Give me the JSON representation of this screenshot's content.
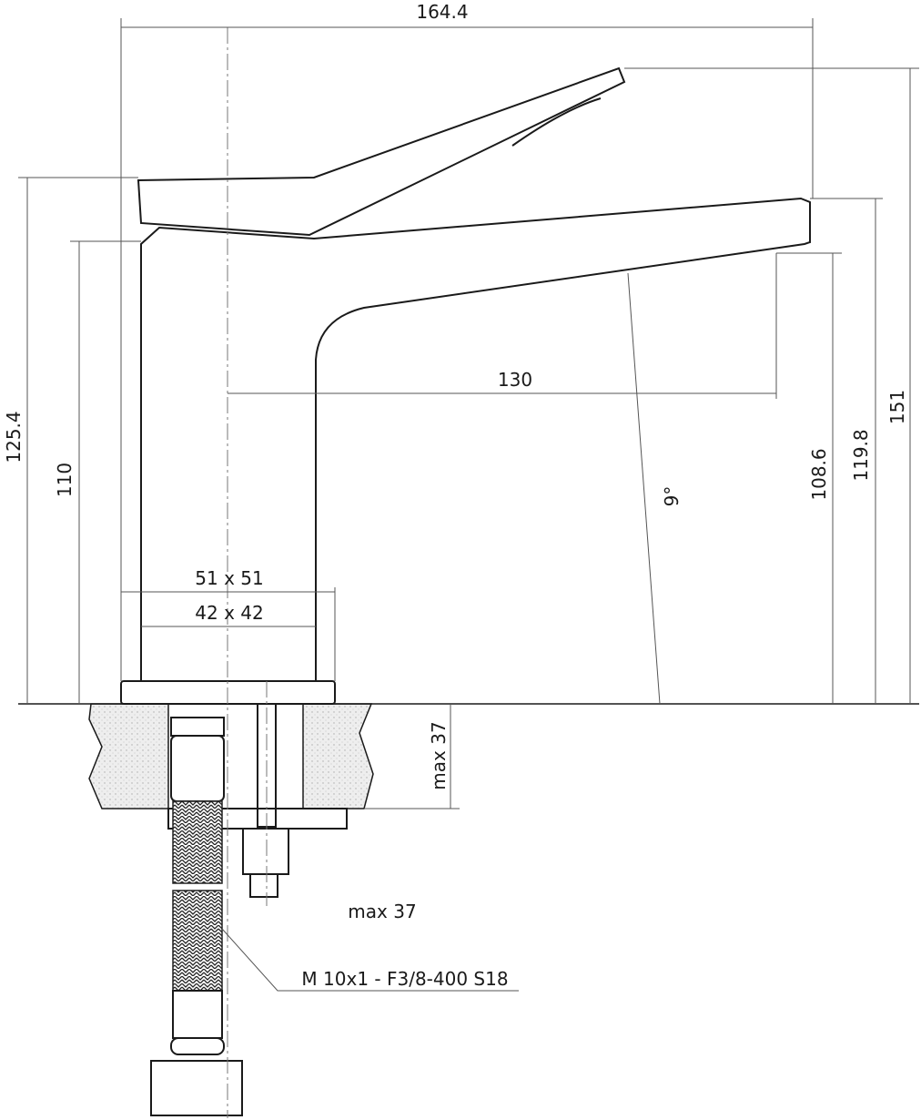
{
  "dimensions": {
    "overall_width": "164.4",
    "handle_height": "125.4",
    "body_height": "110",
    "spout_reach": "130",
    "spout_angle": "9°",
    "outlet_height": "108.6",
    "spout_height": "119.8",
    "total_height": "151",
    "base_outer": "51 x 51",
    "base_inner": "42 x 42",
    "max_thickness_vertical": "max 37",
    "max_thickness_label": "max 37"
  },
  "hose_label": "M 10x1 - F3/8-400 S18",
  "colors": {
    "line": "#1a1a1a",
    "stone": "#e6e6e6"
  }
}
